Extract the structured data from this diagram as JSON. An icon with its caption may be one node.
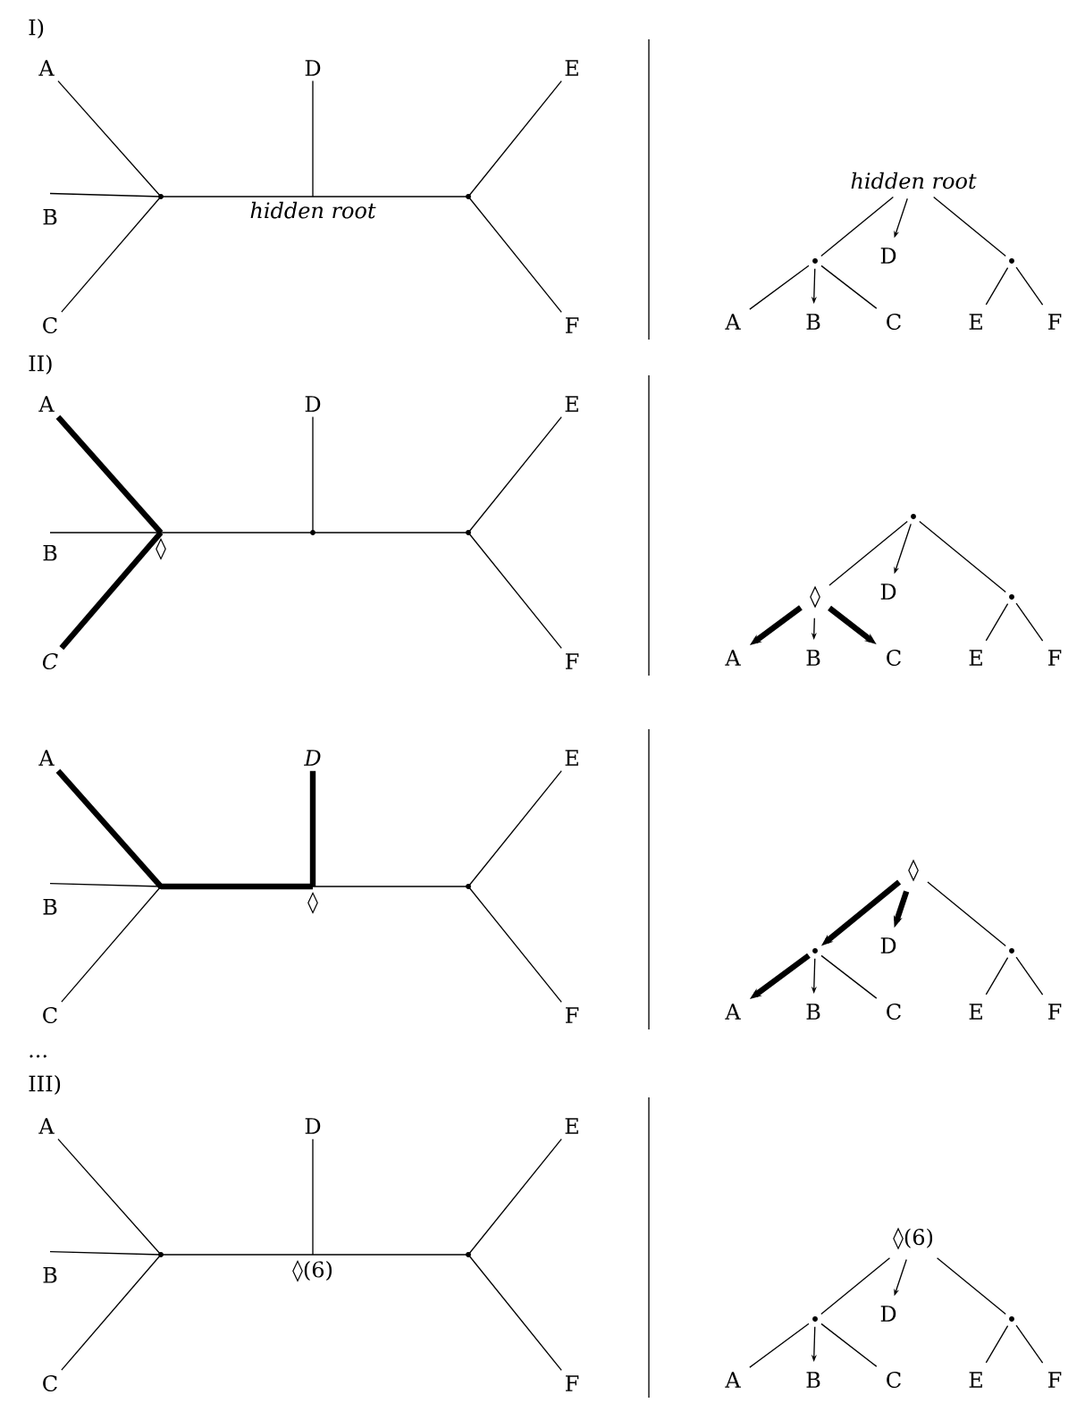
{
  "diagram": {
    "nodes": [
      {
        "text": [
          "A"
        ]
      },
      {
        "text": [
          "B"
        ]
      },
      {
        "text": [
          "C"
        ]
      },
      {
        "text": [
          "D"
        ]
      },
      {
        "text": [
          "E"
        ]
      },
      {
        "text": [
          "F"
        ]
      },
      {
        "text": [],
        "shape": "point"
      },
      {
        "text": [
          "hidden root"
        ]
      },
      {
        "text": [],
        "shape": "point"
      },
      {
        "text": [
          "hidden root"
        ]
      },
      {
        "text": [],
        "shape": "point"
      },
      {
        "text": [
          "D"
        ]
      },
      {
        "text": [],
        "shape": "point"
      },
      {
        "text": [
          "A"
        ]
      },
      {
        "text": [
          "B"
        ]
      },
      {
        "text": [
          "C"
        ]
      },
      {
        "text": [
          "E"
        ]
      },
      {
        "text": [
          "F"
        ]
      },
      {
        "text": [
          "A"
        ]
      },
      {
        "text": [
          "B"
        ]
      },
      {
        "text": [
          "C"
        ]
      },
      {
        "text": [
          "D"
        ]
      },
      {
        "text": [
          "E"
        ]
      },
      {
        "text": [
          "F"
        ]
      },
      {
        "text": [
          "◊"
        ]
      },
      {
        "text": [],
        "shape": "point"
      },
      {
        "text": [],
        "shape": "point"
      },
      {
        "text": [],
        "shape": "point"
      },
      {
        "text": [
          "◊"
        ]
      },
      {
        "text": [
          "D"
        ]
      },
      {
        "text": [],
        "shape": "point"
      },
      {
        "text": [
          "A"
        ]
      },
      {
        "text": [
          "B"
        ]
      },
      {
        "text": [
          "C"
        ]
      },
      {
        "text": [
          "E"
        ]
      },
      {
        "text": [
          "F"
        ]
      },
      {
        "text": [
          "A"
        ]
      },
      {
        "text": [
          "B"
        ]
      },
      {
        "text": [
          "C"
        ]
      },
      {
        "text": [
          "D"
        ]
      },
      {
        "text": [
          "E"
        ]
      },
      {
        "text": [
          "F"
        ]
      },
      {
        "text": [],
        "shape": "point"
      },
      {
        "text": [
          "◊"
        ]
      },
      {
        "text": [],
        "shape": "point"
      },
      {
        "text": [
          "◊"
        ]
      },
      {
        "text": [],
        "shape": "point"
      },
      {
        "text": [
          "D"
        ]
      },
      {
        "text": [],
        "shape": "point"
      },
      {
        "text": [
          "A"
        ]
      },
      {
        "text": [
          "B"
        ]
      },
      {
        "text": [
          "C"
        ]
      },
      {
        "text": [
          "E"
        ]
      },
      {
        "text": [
          "F"
        ]
      },
      {
        "text": [
          "A"
        ]
      },
      {
        "text": [
          "B"
        ]
      },
      {
        "text": [
          "C"
        ]
      },
      {
        "text": [
          "D"
        ]
      },
      {
        "text": [
          "E"
        ]
      },
      {
        "text": [
          "F"
        ]
      },
      {
        "text": [],
        "shape": "point"
      },
      {
        "text": [
          "◊(6)"
        ]
      },
      {
        "text": [],
        "shape": "point"
      },
      {
        "text": [
          "◊(6)"
        ]
      },
      {
        "text": [],
        "shape": "point"
      },
      {
        "text": [
          "D"
        ]
      },
      {
        "text": [],
        "shape": "point"
      },
      {
        "text": [
          "A"
        ]
      },
      {
        "text": [
          "B"
        ]
      },
      {
        "text": [
          "C"
        ]
      },
      {
        "text": [
          "E"
        ]
      },
      {
        "text": [
          "F"
        ]
      }
    ],
    "edges": [
      {
        "from": 6,
        "to": 0,
        "arrow": "none"
      },
      {
        "from": 6,
        "to": 1,
        "arrow": "none"
      },
      {
        "from": 6,
        "to": 2,
        "arrow": "none"
      },
      {
        "from": 6,
        "to": 7,
        "arrow": "none"
      },
      {
        "from": 7,
        "to": 3,
        "arrow": "none"
      },
      {
        "from": 7,
        "to": 8,
        "arrow": "none"
      },
      {
        "from": 8,
        "to": 4,
        "arrow": "none"
      },
      {
        "from": 8,
        "to": 5,
        "arrow": "none"
      },
      {
        "from": 9,
        "to": 10,
        "arrow": "none"
      },
      {
        "from": 9,
        "to": 11,
        "arrow": "to"
      },
      {
        "from": 9,
        "to": 12,
        "arrow": "none"
      },
      {
        "from": 10,
        "to": 13,
        "arrow": "none"
      },
      {
        "from": 10,
        "to": 14,
        "arrow": "to"
      },
      {
        "from": 10,
        "to": 15,
        "arrow": "none"
      },
      {
        "from": 12,
        "to": 16,
        "arrow": "none"
      },
      {
        "from": 12,
        "to": 17,
        "arrow": "none"
      },
      {
        "from": 24,
        "to": 18,
        "arrow": "none",
        "style": "thick"
      },
      {
        "from": 24,
        "to": 19,
        "arrow": "none"
      },
      {
        "from": 24,
        "to": 20,
        "arrow": "none",
        "style": "thick"
      },
      {
        "from": 24,
        "to": 25,
        "arrow": "none"
      },
      {
        "from": 25,
        "to": 21,
        "arrow": "none"
      },
      {
        "from": 25,
        "to": 26,
        "arrow": "none"
      },
      {
        "from": 26,
        "to": 22,
        "arrow": "none"
      },
      {
        "from": 26,
        "to": 23,
        "arrow": "none"
      },
      {
        "from": 27,
        "to": 28,
        "arrow": "none"
      },
      {
        "from": 27,
        "to": 29,
        "arrow": "to"
      },
      {
        "from": 27,
        "to": 30,
        "arrow": "none"
      },
      {
        "from": 28,
        "to": 31,
        "arrow": "to",
        "style": "thick"
      },
      {
        "from": 28,
        "to": 32,
        "arrow": "to"
      },
      {
        "from": 28,
        "to": 33,
        "arrow": "to",
        "style": "thick"
      },
      {
        "from": 30,
        "to": 34,
        "arrow": "none"
      },
      {
        "from": 30,
        "to": 35,
        "arrow": "none"
      },
      {
        "from": 42,
        "to": 36,
        "arrow": "none",
        "style": "thick"
      },
      {
        "from": 42,
        "to": 37,
        "arrow": "none"
      },
      {
        "from": 42,
        "to": 38,
        "arrow": "none"
      },
      {
        "from": 42,
        "to": 43,
        "arrow": "none",
        "style": "thick"
      },
      {
        "from": 43,
        "to": 39,
        "arrow": "none",
        "style": "thick"
      },
      {
        "from": 43,
        "to": 44,
        "arrow": "none"
      },
      {
        "from": 44,
        "to": 40,
        "arrow": "none"
      },
      {
        "from": 44,
        "to": 41,
        "arrow": "none"
      },
      {
        "from": 45,
        "to": 46,
        "arrow": "to",
        "style": "thick"
      },
      {
        "from": 45,
        "to": 47,
        "arrow": "to",
        "style": "thick"
      },
      {
        "from": 45,
        "to": 48,
        "arrow": "none"
      },
      {
        "from": 46,
        "to": 49,
        "arrow": "to",
        "style": "thick"
      },
      {
        "from": 46,
        "to": 50,
        "arrow": "to"
      },
      {
        "from": 46,
        "to": 51,
        "arrow": "none"
      },
      {
        "from": 48,
        "to": 52,
        "arrow": "none"
      },
      {
        "from": 48,
        "to": 53,
        "arrow": "none"
      },
      {
        "from": 60,
        "to": 54,
        "arrow": "none"
      },
      {
        "from": 60,
        "to": 55,
        "arrow": "none"
      },
      {
        "from": 60,
        "to": 56,
        "arrow": "none"
      },
      {
        "from": 60,
        "to": 61,
        "arrow": "none"
      },
      {
        "from": 61,
        "to": 57,
        "arrow": "none"
      },
      {
        "from": 61,
        "to": 62,
        "arrow": "none"
      },
      {
        "from": 62,
        "to": 58,
        "arrow": "none"
      },
      {
        "from": 62,
        "to": 59,
        "arrow": "none"
      },
      {
        "from": 63,
        "to": 64,
        "arrow": "none"
      },
      {
        "from": 63,
        "to": 65,
        "arrow": "to"
      },
      {
        "from": 63,
        "to": 66,
        "arrow": "none"
      },
      {
        "from": 64,
        "to": 67,
        "arrow": "none"
      },
      {
        "from": 64,
        "to": 68,
        "arrow": "to"
      },
      {
        "from": 64,
        "to": 69,
        "arrow": "none"
      },
      {
        "from": 66,
        "to": 70,
        "arrow": "none"
      },
      {
        "from": 66,
        "to": 71,
        "arrow": "none"
      }
    ],
    "labels": [
      "I)",
      "II)",
      "...",
      "III)"
    ]
  }
}
